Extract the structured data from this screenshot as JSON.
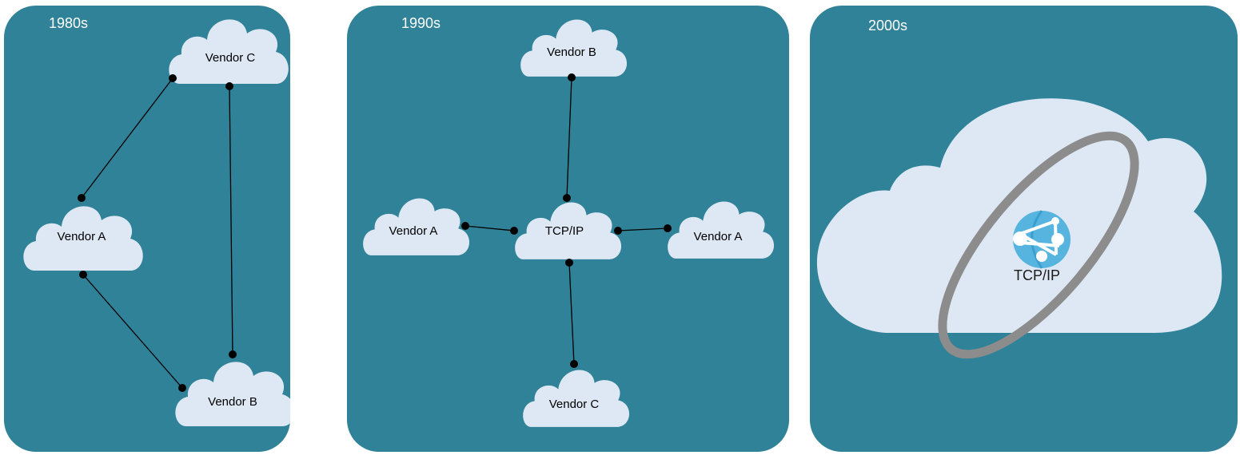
{
  "colors": {
    "panel": "#2f8298",
    "cloud": "#dde8f4",
    "ring": "#8c8c8c",
    "globe": "#56b4df",
    "line": "#000000"
  },
  "panels": [
    {
      "era": "1980s",
      "vendors": {
        "c": "Vendor C",
        "a": "Vendor A",
        "b": "Vendor B"
      }
    },
    {
      "era": "1990s",
      "vendors": {
        "b": "Vendor B",
        "a_left": "Vendor A",
        "a_right": "Vendor A",
        "c": "Vendor C"
      },
      "hub": "TCP/IP"
    },
    {
      "era": "2000s",
      "hub": "TCP/IP",
      "icon": "network-globe-icon"
    }
  ]
}
